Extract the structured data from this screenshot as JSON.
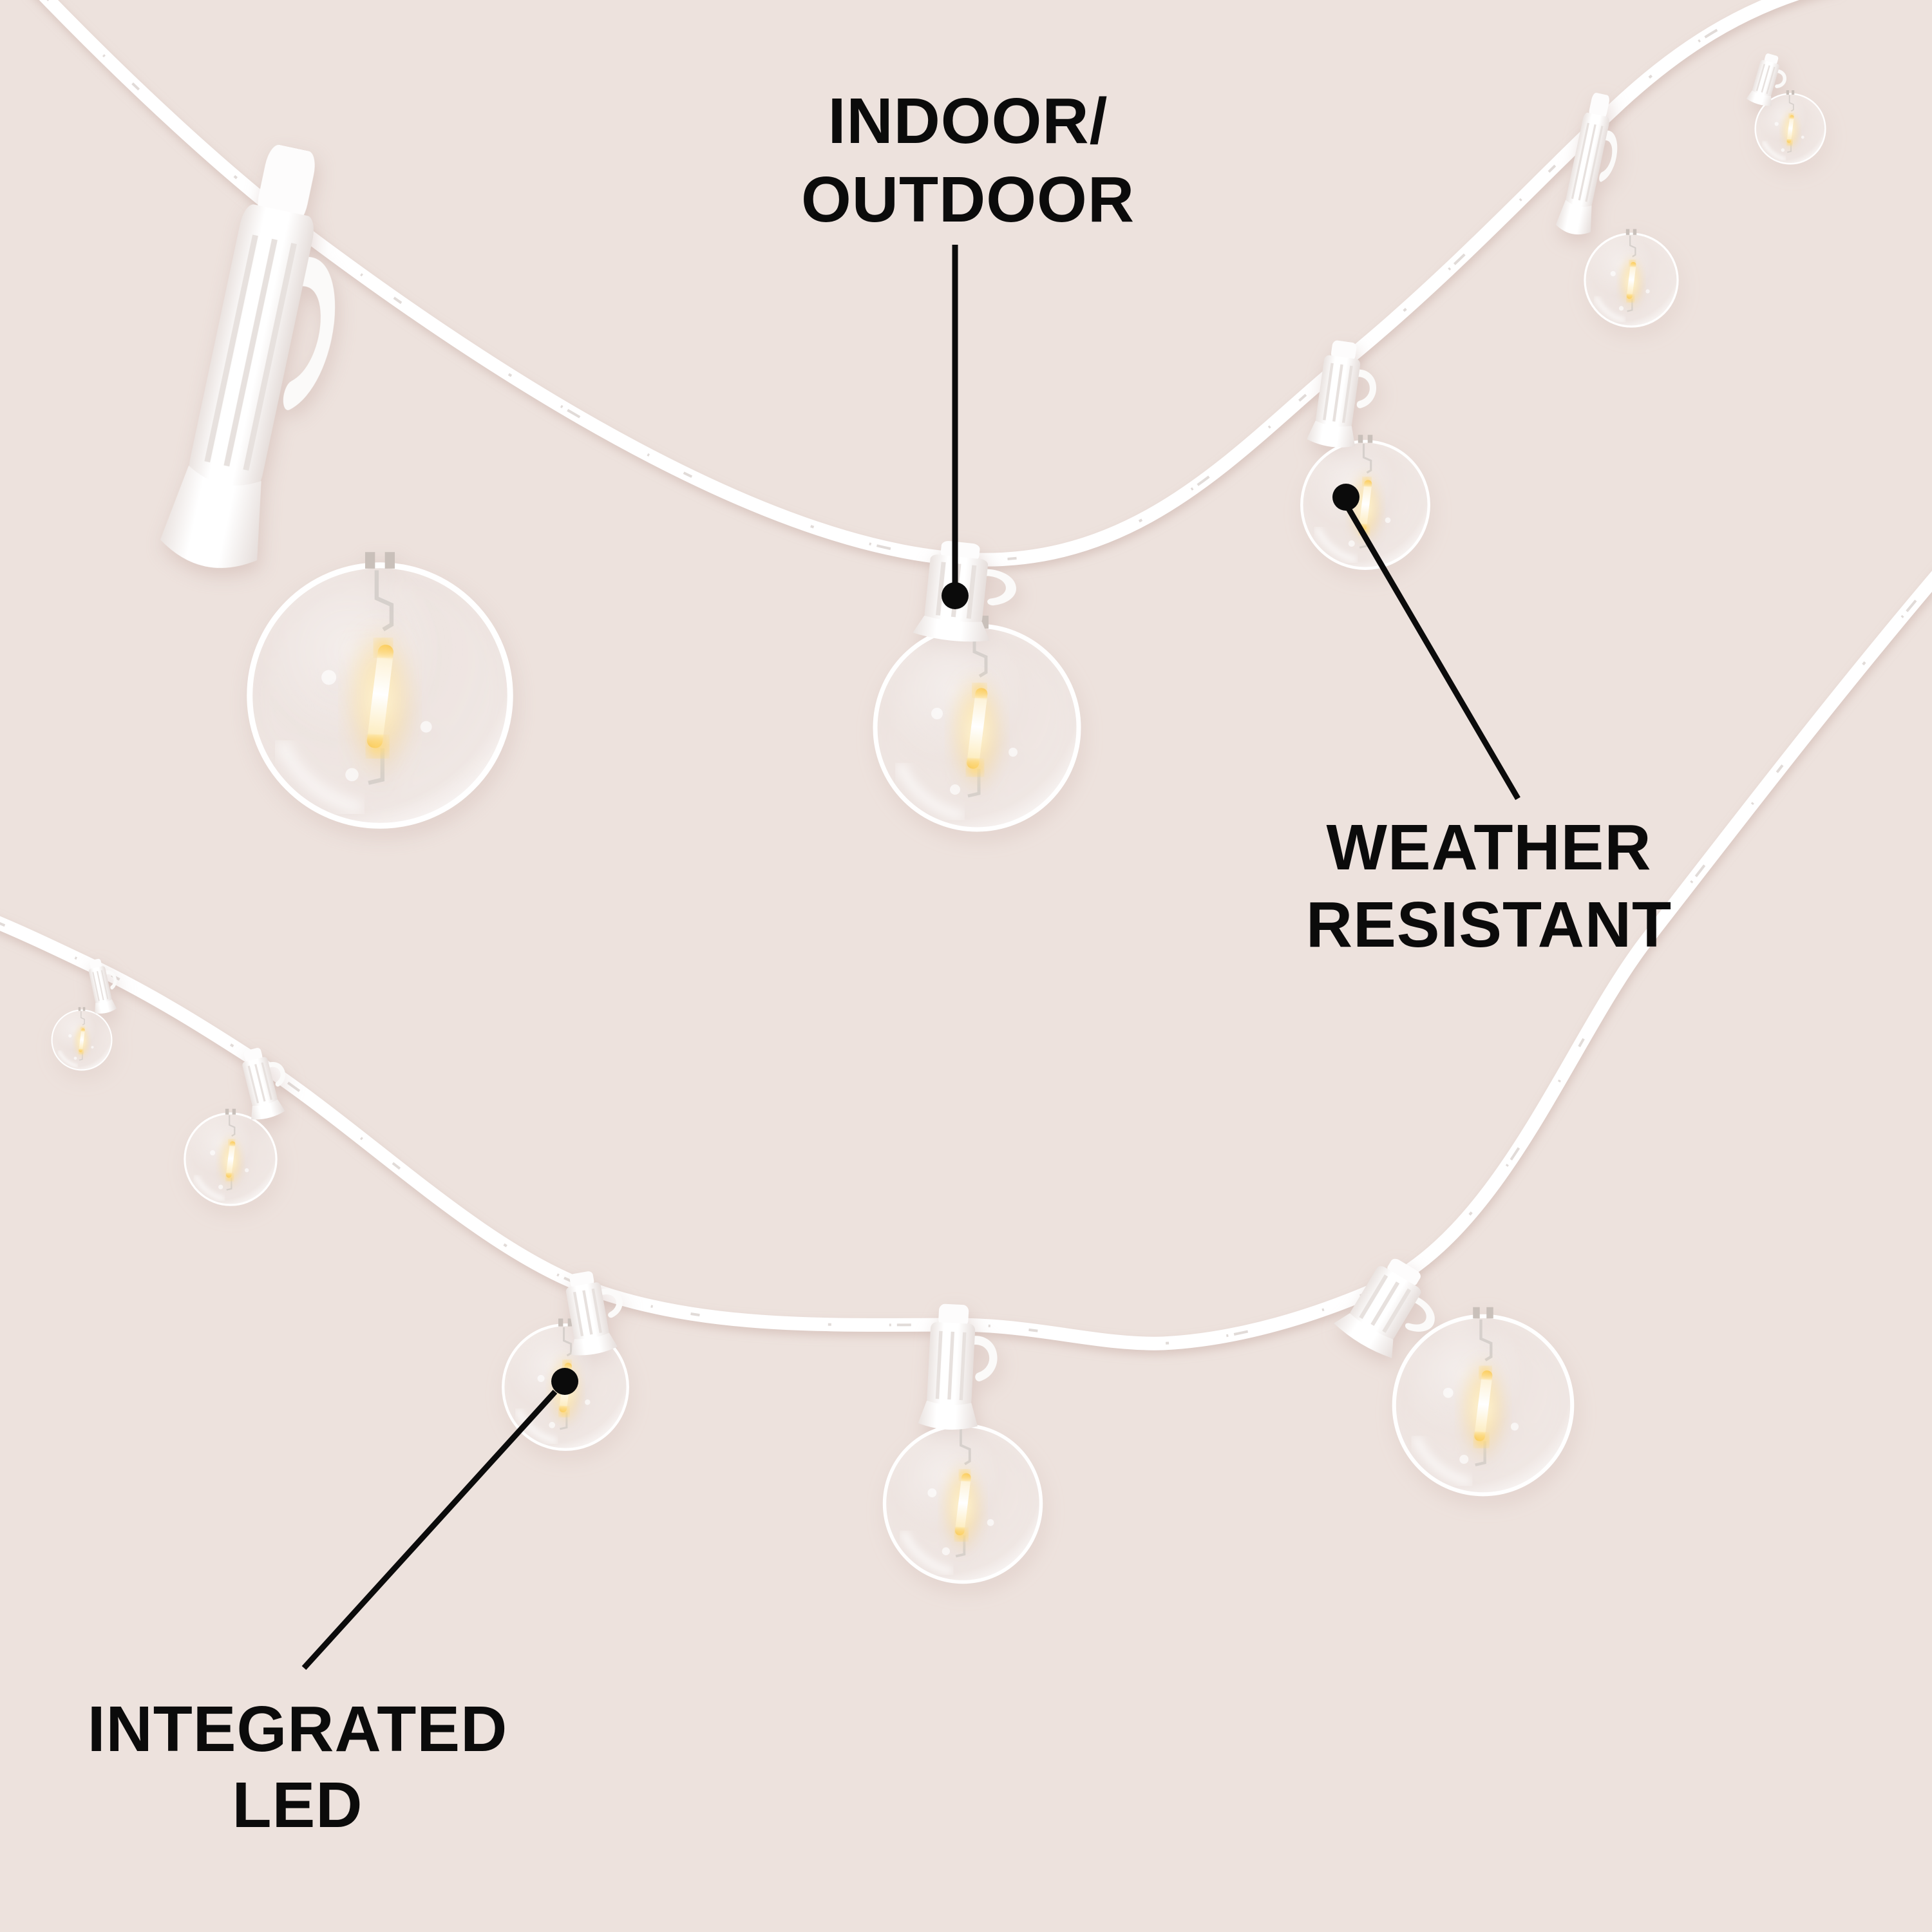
{
  "colors": {
    "background": "#ede2dd",
    "label_text": "#0b0b0b",
    "pointer": "#0b0b0b",
    "hardware_white": "#ffffff",
    "glow_warm": "#ffd977",
    "wire_print_gray": "#c3b8b2"
  },
  "callouts": [
    {
      "id": "indoor-outdoor",
      "line1": "INDOOR/",
      "line2": "OUTDOOR"
    },
    {
      "id": "weather-resistant",
      "line1": "WEATHER",
      "line2": "RESISTANT"
    },
    {
      "id": "integrated-led",
      "line1": "INTEGRATED",
      "line2": "LED"
    }
  ],
  "scene": {
    "strings_count": 2,
    "bulbs_top_string": 5,
    "bulbs_bottom_string": 5
  }
}
